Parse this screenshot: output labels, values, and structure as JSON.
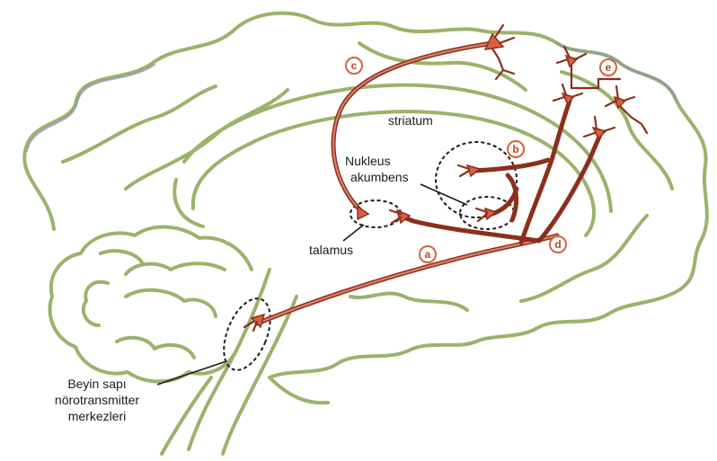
{
  "labels": {
    "striatum": "striatum",
    "nucleus_line1": "Nukleus",
    "nucleus_line2": "akumbens",
    "talamus": "talamus",
    "brainstem_line1": "Beyin sapı",
    "brainstem_line2": "nörotransmitter",
    "brainstem_line3": "merkezleri"
  },
  "pathways": [
    {
      "id": "a",
      "label": "a"
    },
    {
      "id": "b",
      "label": "b"
    },
    {
      "id": "c",
      "label": "c"
    },
    {
      "id": "d",
      "label": "d"
    },
    {
      "id": "e",
      "label": "e"
    }
  ],
  "colors": {
    "brain_outline": "#9bb26a",
    "pathway": "#8b2f1c",
    "neuron_body": "#d9603e",
    "badge": "#d9603e",
    "text": "#1a1a1a"
  }
}
